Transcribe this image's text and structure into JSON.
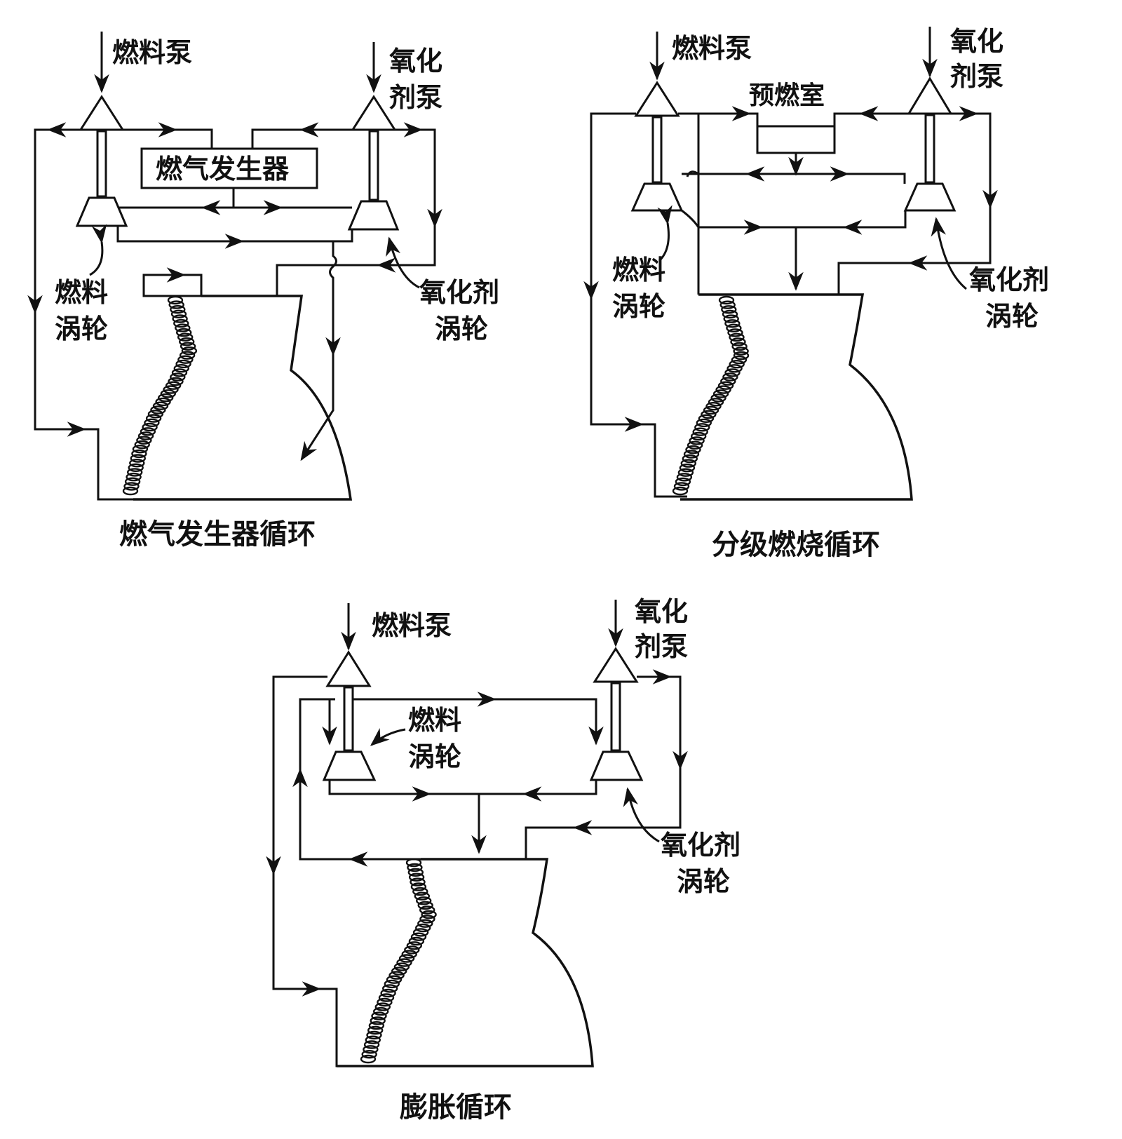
{
  "panels": {
    "gas_generator": {
      "caption": "燃气发生器循环",
      "fuel_pump": "燃料泵",
      "ox_pump_line1": "氧化",
      "ox_pump_line2": "剂泵",
      "gas_generator_box": "燃气发生器",
      "fuel_turbine_line1": "燃料",
      "fuel_turbine_line2": "涡轮",
      "ox_turbine_line1": "氧化剂",
      "ox_turbine_line2": "涡轮"
    },
    "staged_combustion": {
      "caption": "分级燃烧循环",
      "fuel_pump": "燃料泵",
      "ox_pump_line1": "氧化",
      "ox_pump_line2": "剂泵",
      "preburner": "预燃室",
      "fuel_turbine_line1": "燃料",
      "fuel_turbine_line2": "涡轮",
      "ox_turbine_line1": "氧化剂",
      "ox_turbine_line2": "涡轮"
    },
    "expander": {
      "caption": "膨胀循环",
      "fuel_pump": "燃料泵",
      "ox_pump_line1": "氧化",
      "ox_pump_line2": "剂泵",
      "fuel_turbine_line1": "燃料",
      "fuel_turbine_line2": "涡轮",
      "ox_turbine_line1": "氧化剂",
      "ox_turbine_line2": "涡轮"
    }
  },
  "colors": {
    "ink": "#111111",
    "background": "#ffffff"
  }
}
